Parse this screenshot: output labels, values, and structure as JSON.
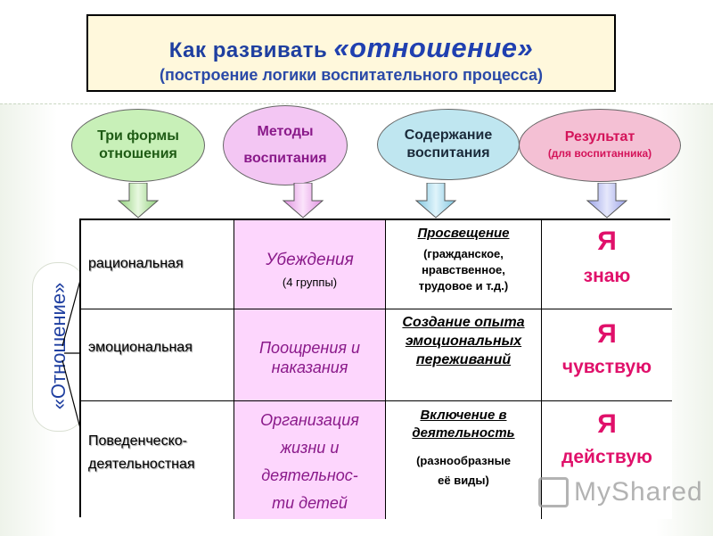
{
  "title": {
    "prefix": "Как развивать",
    "emphasis": "«отношение»",
    "subtitle": "(построение логики воспитательного процесса)"
  },
  "ovals": [
    {
      "line1": "Три формы",
      "line2": "отношения"
    },
    {
      "line1": "Методы",
      "line2": "воспитания"
    },
    {
      "line1": "Содержание",
      "line2": "воспитания"
    },
    {
      "line1": "Результат",
      "line2": "(для воспитанника)"
    }
  ],
  "side_label": "«Отношение»",
  "rows": [
    {
      "form": "рациональная",
      "method_lines": [
        "Убеждения"
      ],
      "method_note": "(4 группы)",
      "content_title": "Просвещение",
      "content_note": "(гражданское, нравственное, трудовое и т.д.)",
      "result_ya": "Я",
      "result_word": "знаю"
    },
    {
      "form": "эмоциональная",
      "method_lines": [
        "Поощрения и",
        "наказания"
      ],
      "method_note": "",
      "content_title": "Создание опыта эмоциональных переживаний",
      "content_note": "",
      "result_ya": "Я",
      "result_word": "чувствую"
    },
    {
      "form_line1": "Поведенческо-",
      "form_line2": "деятельностная",
      "method_lines": [
        "Организация",
        "жизни и",
        "деятельнос-",
        "ти детей"
      ],
      "content_title": "Включение в деятельность",
      "content_note_line1": "(разнообразные",
      "content_note_line2": "её виды)",
      "result_ya": "Я",
      "result_word": "действую"
    }
  ],
  "watermark": "MyShared",
  "colors": {
    "title_blue": "#1f3fa0",
    "oval_green": "#c8f0b8",
    "oval_pink": "#f3c6f3",
    "oval_blue": "#bfe6f0",
    "oval_rose": "#f4c0d4",
    "method_bg": "#fdd6fd",
    "result_red": "#e0106a"
  },
  "icons": {
    "arrow": "down-arrow-icon",
    "watermark_logo": "myshared-logo-icon"
  }
}
